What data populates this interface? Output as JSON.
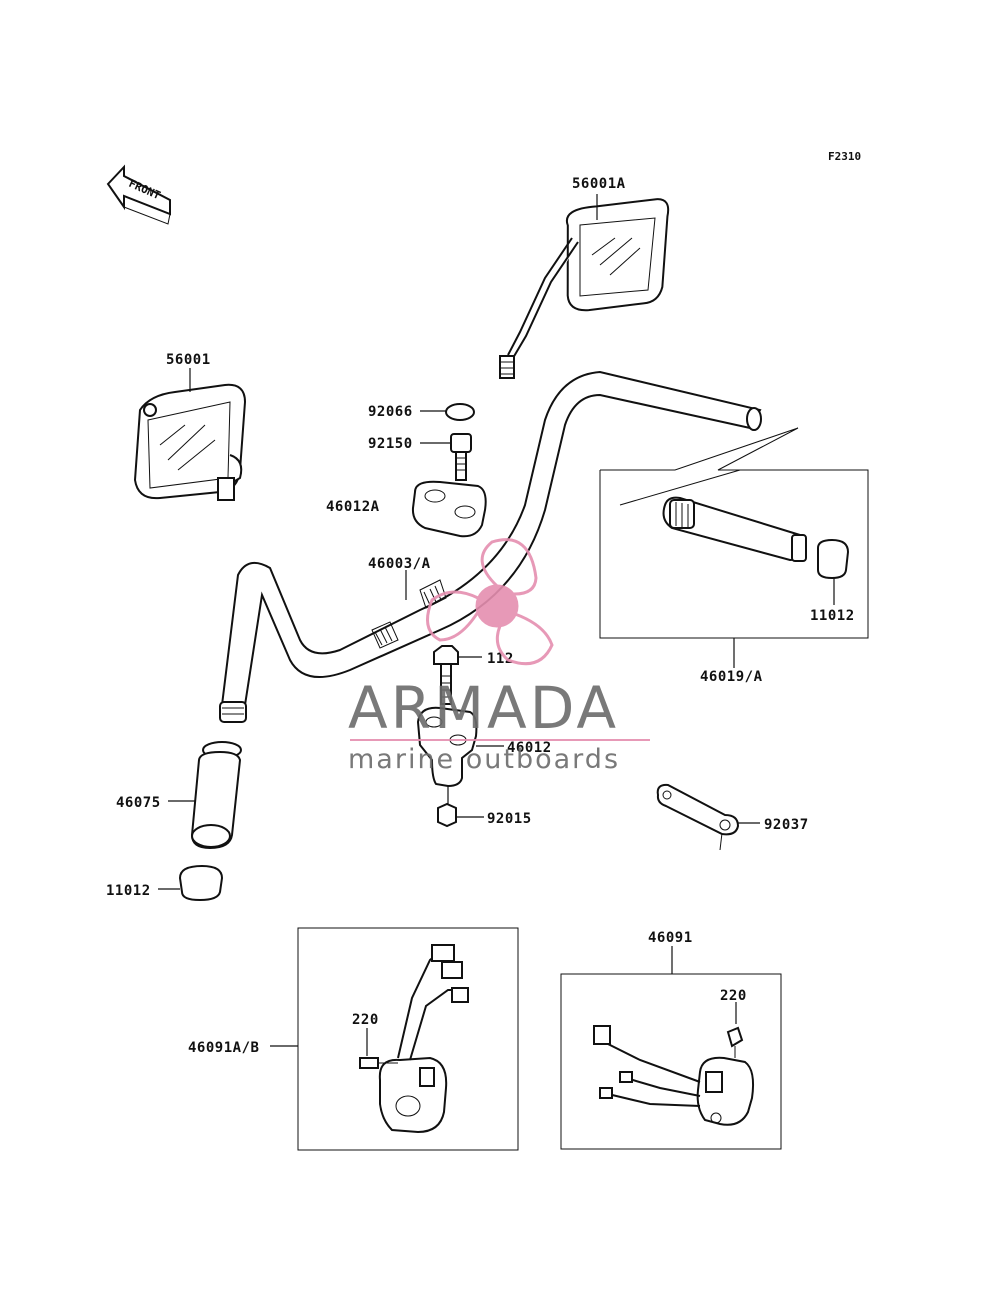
{
  "figure_code": "F2310",
  "front_label": "FRONT",
  "parts": {
    "mirror_left": "56001A",
    "mirror_right": "56001",
    "cap_92066": "92066",
    "bolt_92150": "92150",
    "holder_upper": "46012A",
    "handlebar": "46003/A",
    "grip_set": "46019/A",
    "grip_cap_right": "11012",
    "bolt_112": "112",
    "holder_lower": "46012",
    "grip_left": "46075",
    "grip_cap_left": "11012",
    "nut_92015": "92015",
    "tool_92037": "92037",
    "switch_left": "46091A/B",
    "screw_left": "220",
    "switch_right": "46091",
    "screw_right": "220"
  },
  "watermark": {
    "name": "ARMADA",
    "tagline": "marine outboards",
    "colors": {
      "gray": "#6b6b6b",
      "pink": "#e58fb0"
    }
  }
}
